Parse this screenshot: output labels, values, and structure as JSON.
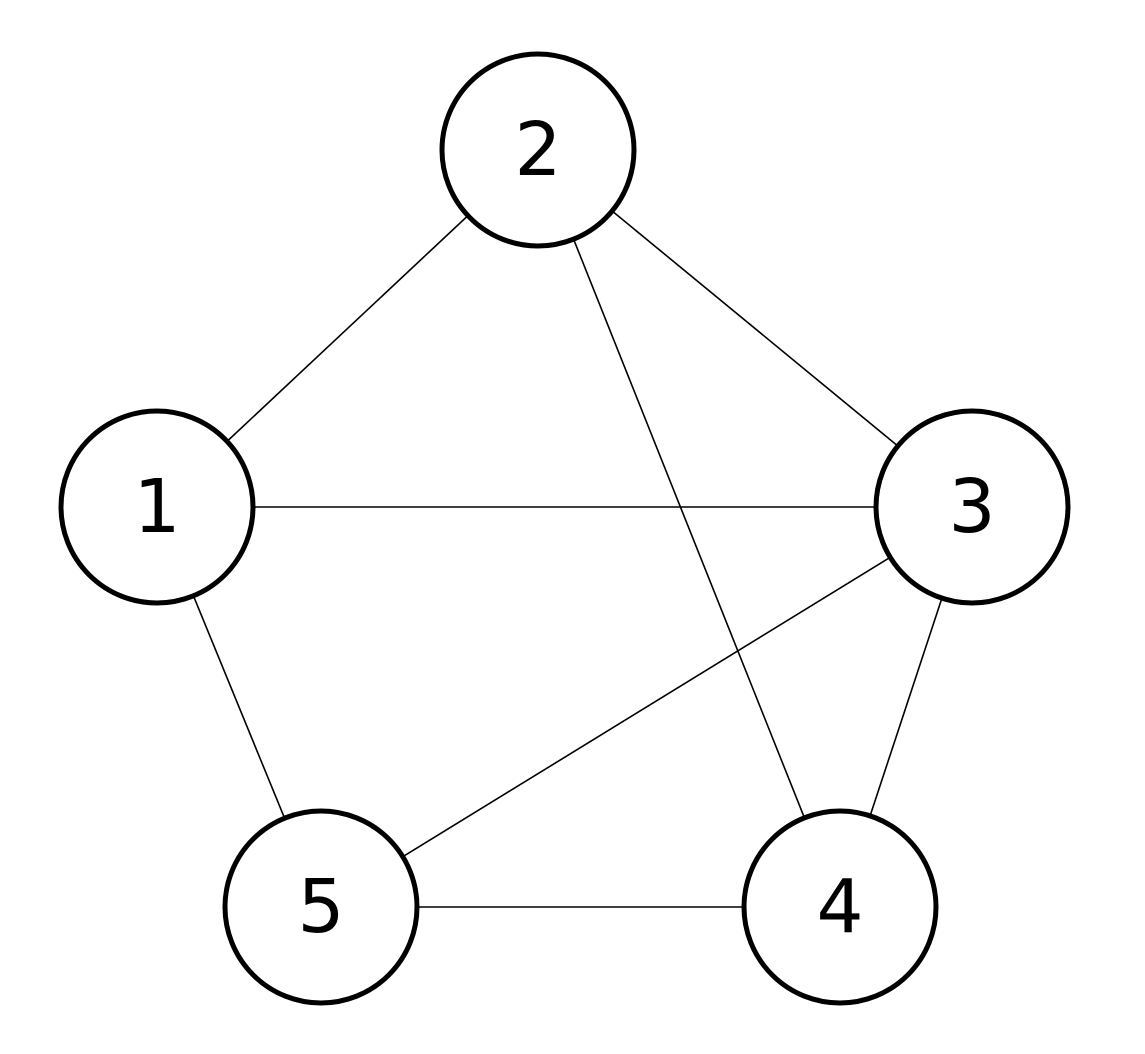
{
  "graph": {
    "nodes": [
      {
        "id": "1",
        "label": "1"
      },
      {
        "id": "2",
        "label": "2"
      },
      {
        "id": "3",
        "label": "3"
      },
      {
        "id": "4",
        "label": "4"
      },
      {
        "id": "5",
        "label": "5"
      }
    ],
    "edges": [
      [
        "1",
        "2"
      ],
      [
        "2",
        "3"
      ],
      [
        "1",
        "3"
      ],
      [
        "2",
        "4"
      ],
      [
        "3",
        "5"
      ],
      [
        "3",
        "4"
      ],
      [
        "1",
        "5"
      ],
      [
        "5",
        "4"
      ]
    ],
    "colors": {
      "stroke": "#000000",
      "fill": "#ffffff",
      "background": "#ffffff"
    }
  }
}
